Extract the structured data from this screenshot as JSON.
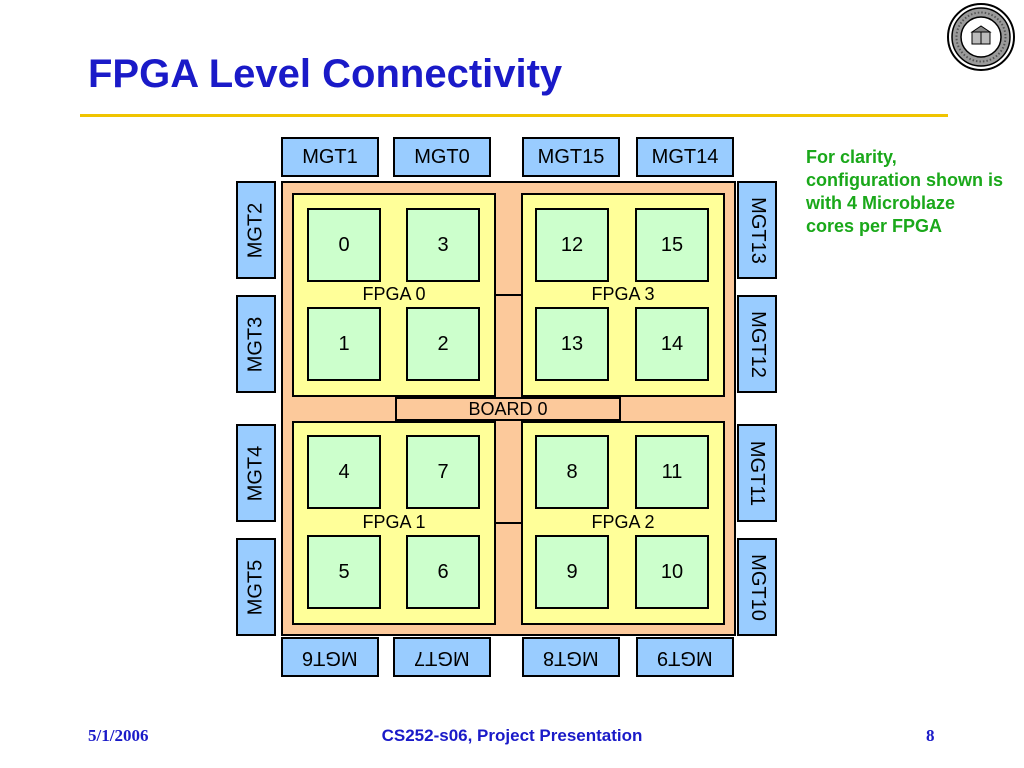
{
  "slide": {
    "title": "FPGA Level Connectivity",
    "note": "For clarity, configuration shown is with 4 Microblaze cores per FPGA",
    "footer_date": "5/1/2006",
    "footer_center": "CS252-s06, Project Presentation",
    "footer_page": "8"
  },
  "logo": {
    "icon": "university-seal-icon"
  },
  "colors": {
    "title": "#1a1ac8",
    "note": "#1aa81a",
    "rule": "#f0c400",
    "board": "#fcc99b",
    "fpga": "#ffff99",
    "core": "#ccffcc",
    "mgt": "#99ccff"
  },
  "diagram": {
    "board_label": "BOARD 0",
    "fpgas": [
      {
        "label": "FPGA 0",
        "cores": [
          "0",
          "3",
          "1",
          "2"
        ]
      },
      {
        "label": "FPGA 3",
        "cores": [
          "12",
          "15",
          "13",
          "14"
        ]
      },
      {
        "label": "FPGA 1",
        "cores": [
          "4",
          "7",
          "5",
          "6"
        ]
      },
      {
        "label": "FPGA 2",
        "cores": [
          "8",
          "11",
          "9",
          "10"
        ]
      }
    ],
    "mgt_top": [
      "MGT1",
      "MGT0",
      "MGT15",
      "MGT14"
    ],
    "mgt_left": [
      "MGT2",
      "MGT3",
      "MGT4",
      "MGT5"
    ],
    "mgt_right": [
      "MGT13",
      "MGT12",
      "MGT11",
      "MGT10"
    ],
    "mgt_bottom": [
      "MGT6",
      "MGT7",
      "MGT8",
      "MGT9"
    ]
  }
}
